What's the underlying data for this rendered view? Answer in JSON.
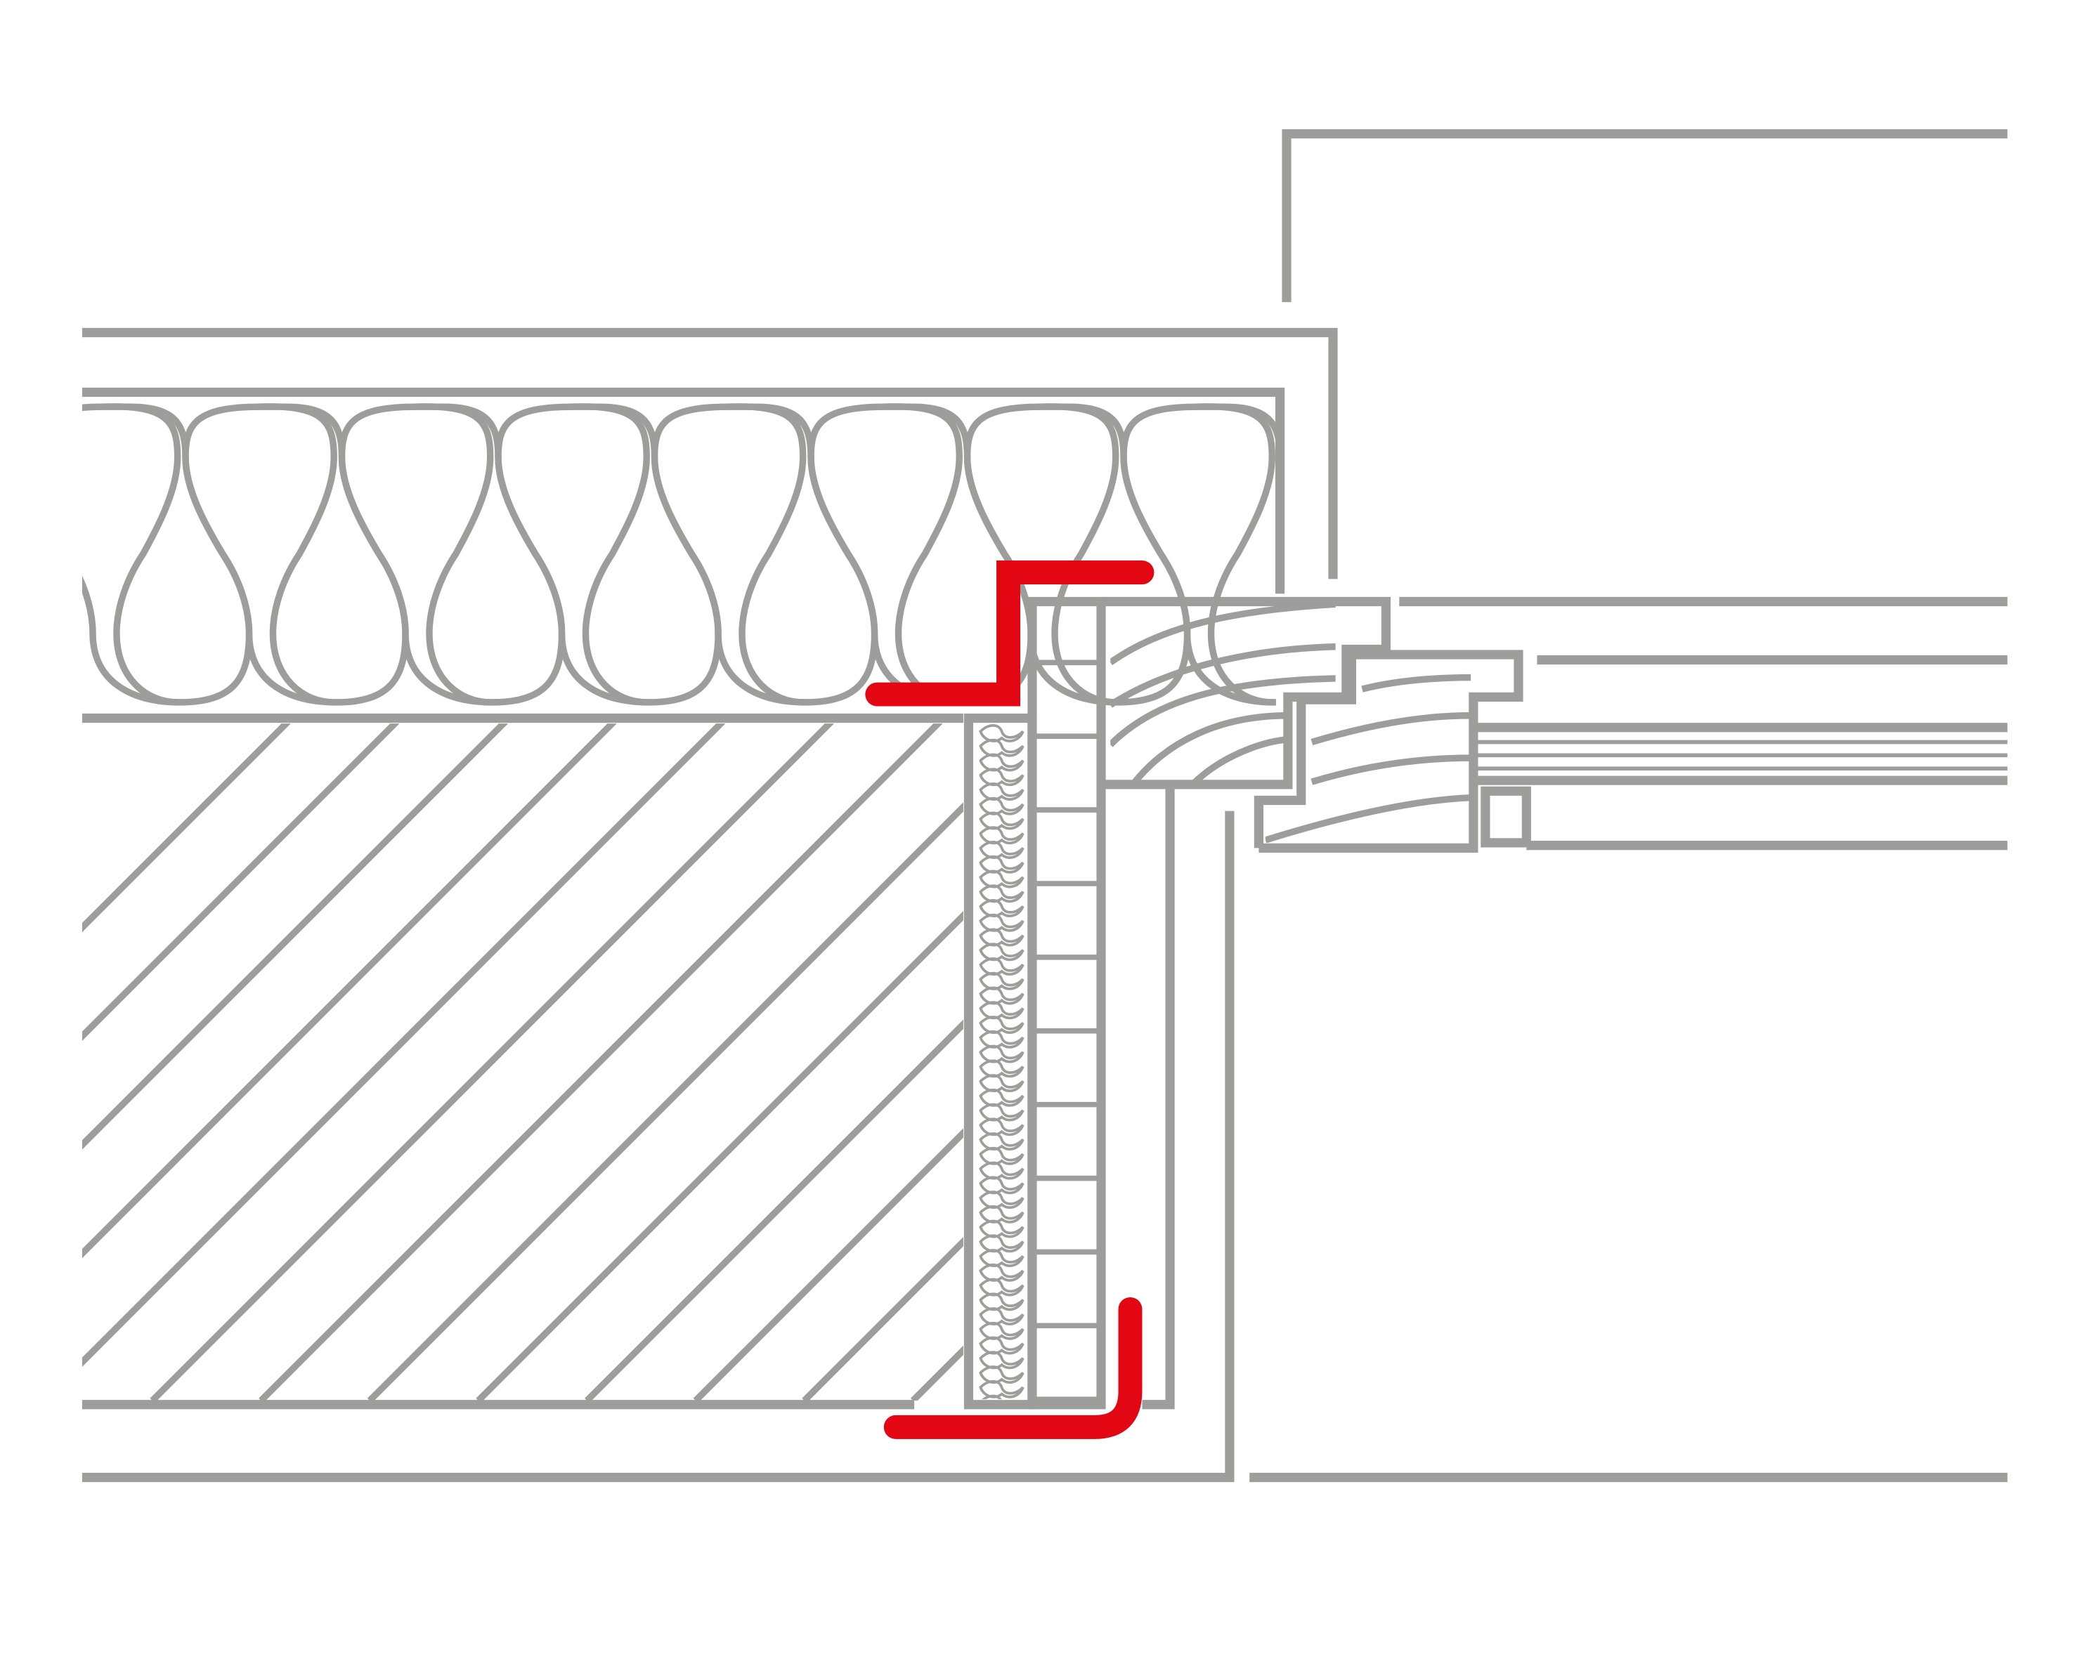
{
  "diagram": {
    "colors": {
      "background": "#ffffff",
      "line": "#9d9d9c",
      "seal": "#e30613"
    },
    "materials": [
      {
        "name": "insulation-quilt",
        "pattern": "bulb-loops"
      },
      {
        "name": "masonry-wall",
        "pattern": "diagonal-hatch"
      },
      {
        "name": "thin-insulation-strip",
        "pattern": "small-loops"
      },
      {
        "name": "blockwork-column",
        "pattern": "stacked-blocks"
      },
      {
        "name": "timber-sill",
        "pattern": "wood-grain"
      },
      {
        "name": "window-frame",
        "pattern": "profile-lines"
      }
    ],
    "seals": [
      {
        "name": "upper-z-seal"
      },
      {
        "name": "lower-l-seal"
      }
    ]
  }
}
